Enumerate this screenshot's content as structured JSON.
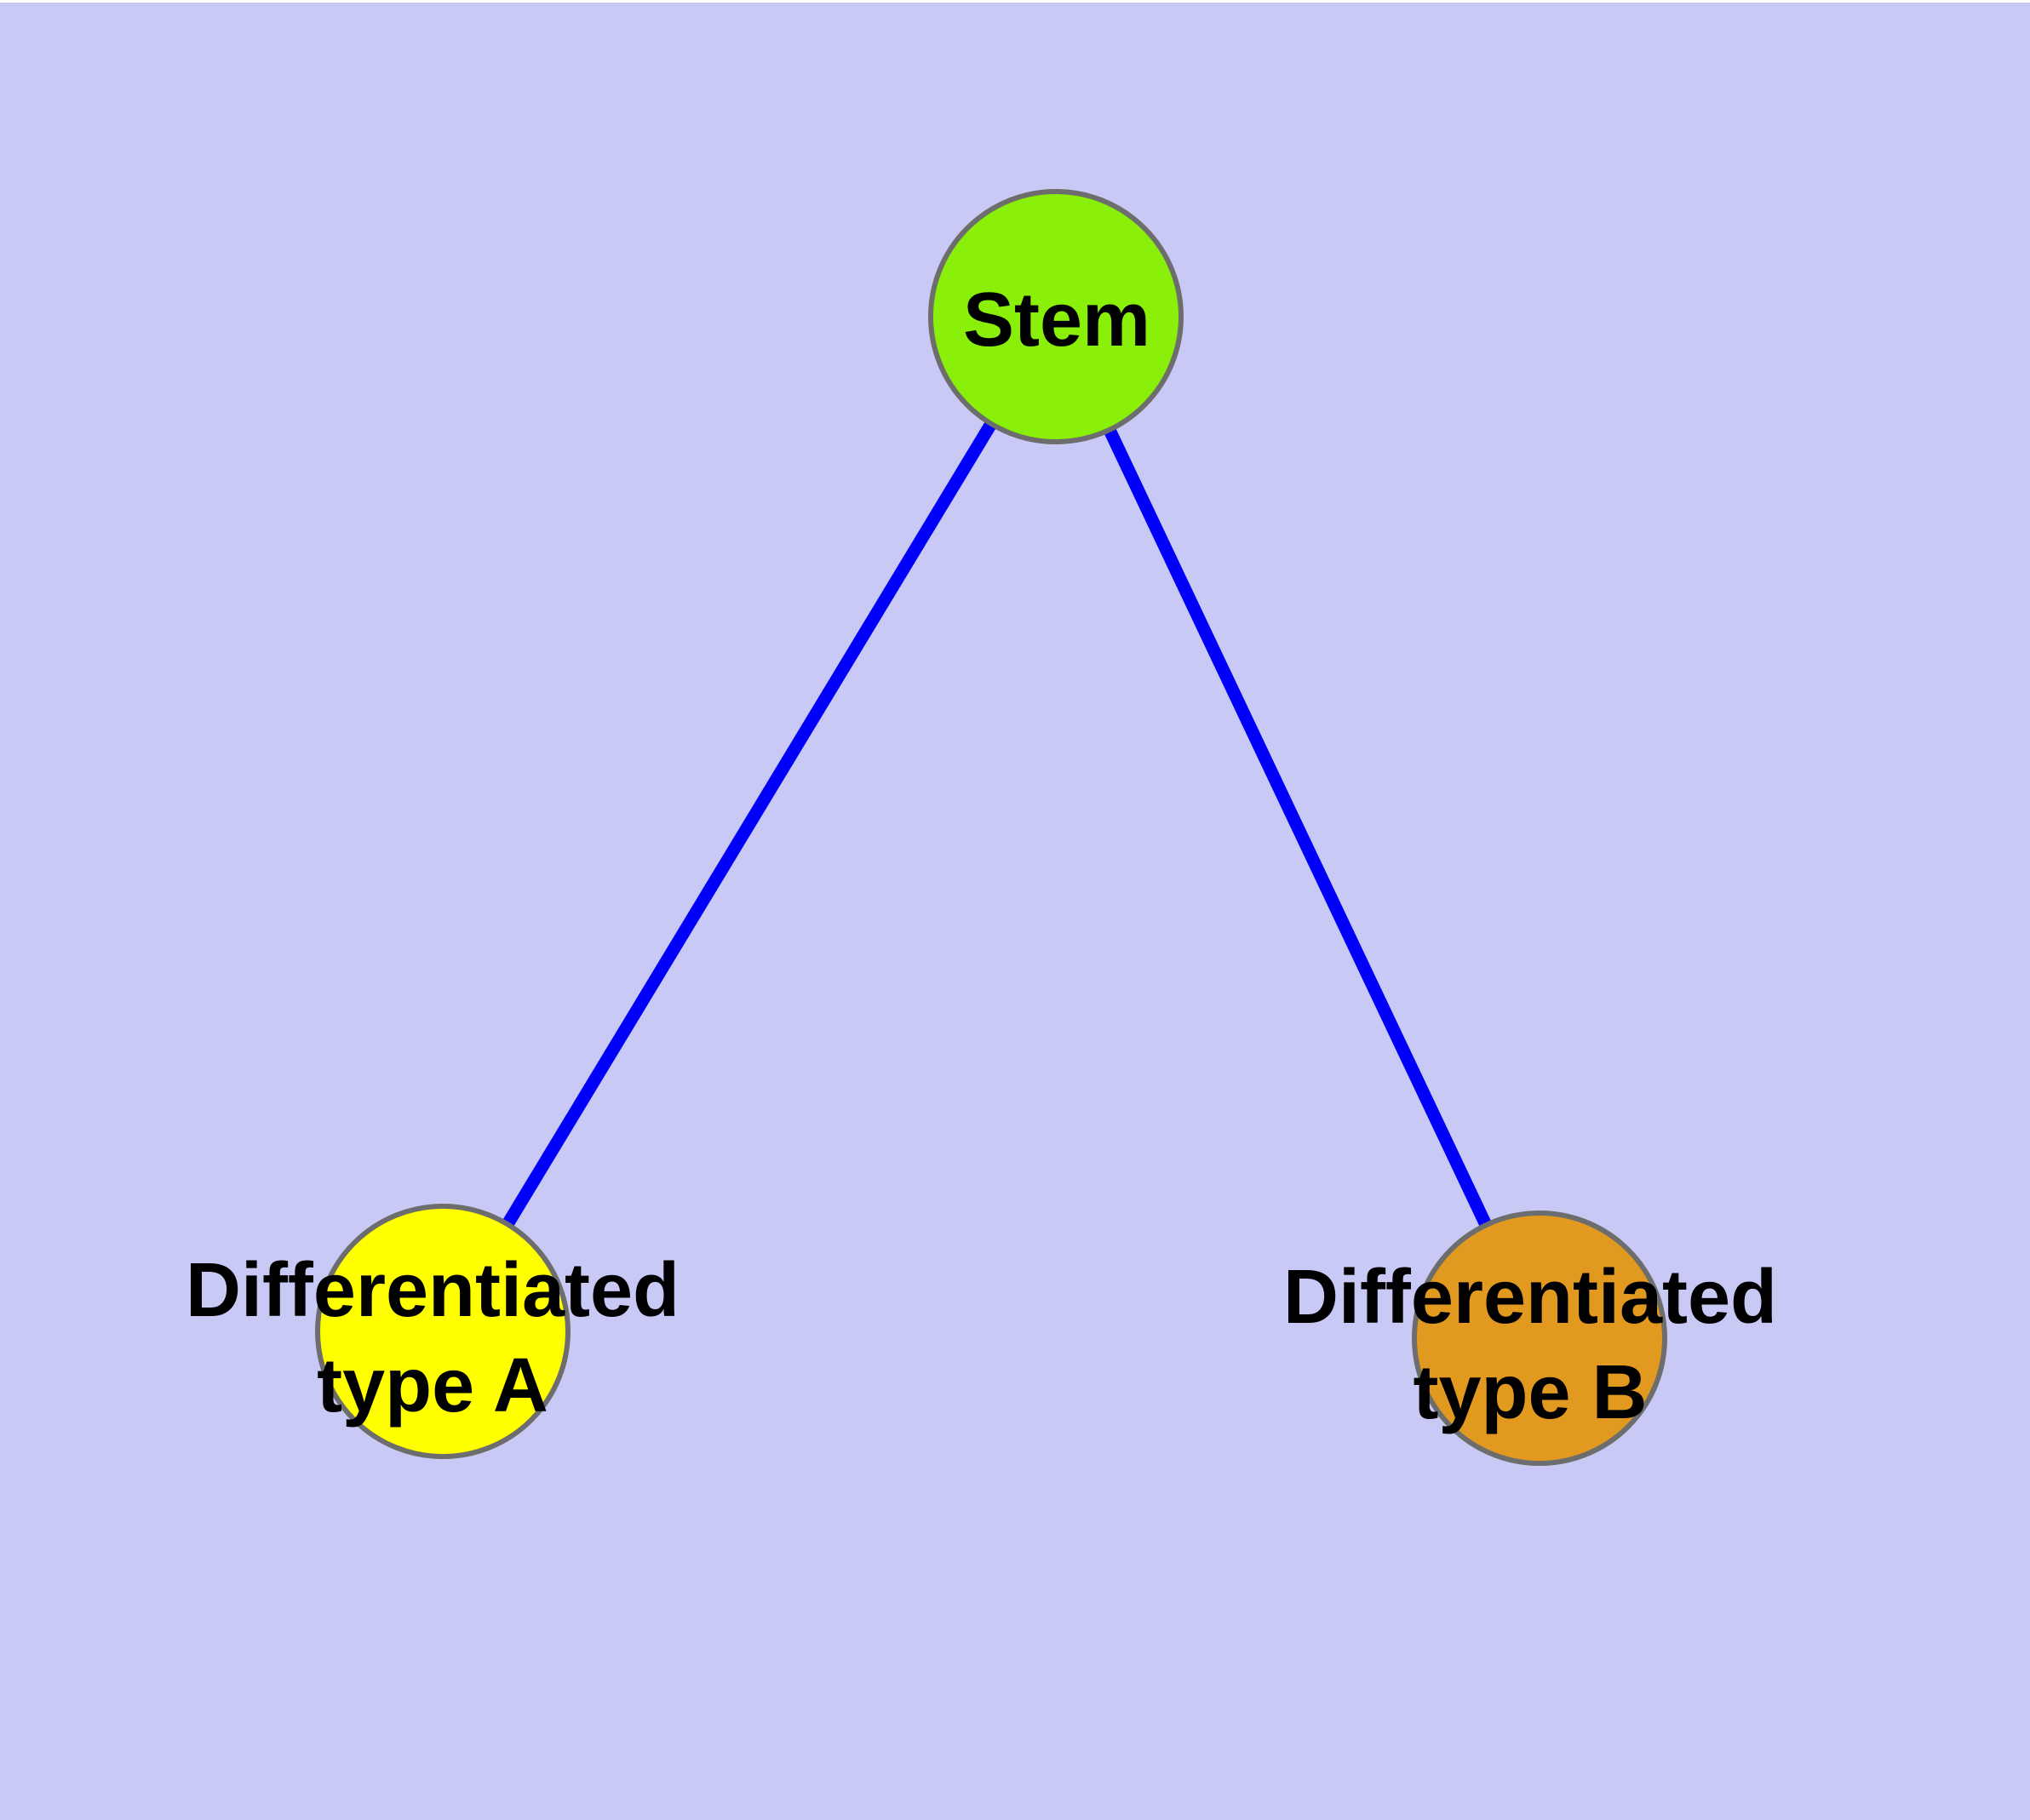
{
  "diagram": {
    "type": "node-link-graph",
    "background_color": "#c9c9f6",
    "top_strip_color": "#ffffff",
    "edge_color": "#0000fa",
    "node_border_color": "#6d6d6d",
    "label_color": "#000000",
    "nodes": [
      {
        "id": "stem",
        "label": "Stem",
        "line1": "Stem",
        "line2": "",
        "fill": "#8af00a",
        "shape": "circle"
      },
      {
        "id": "differentiated-type-a",
        "label": "Differentiated type A",
        "line1": "Differentiated",
        "line2": "type A",
        "fill": "#ffff00",
        "shape": "circle"
      },
      {
        "id": "differentiated-type-b",
        "label": "Differentiated type B",
        "line1": "Differentiated",
        "line2": "type B",
        "fill": "#e2991f",
        "shape": "circle"
      }
    ],
    "edges": [
      {
        "from": "stem",
        "to": "differentiated-type-a"
      },
      {
        "from": "stem",
        "to": "differentiated-type-b"
      }
    ]
  }
}
